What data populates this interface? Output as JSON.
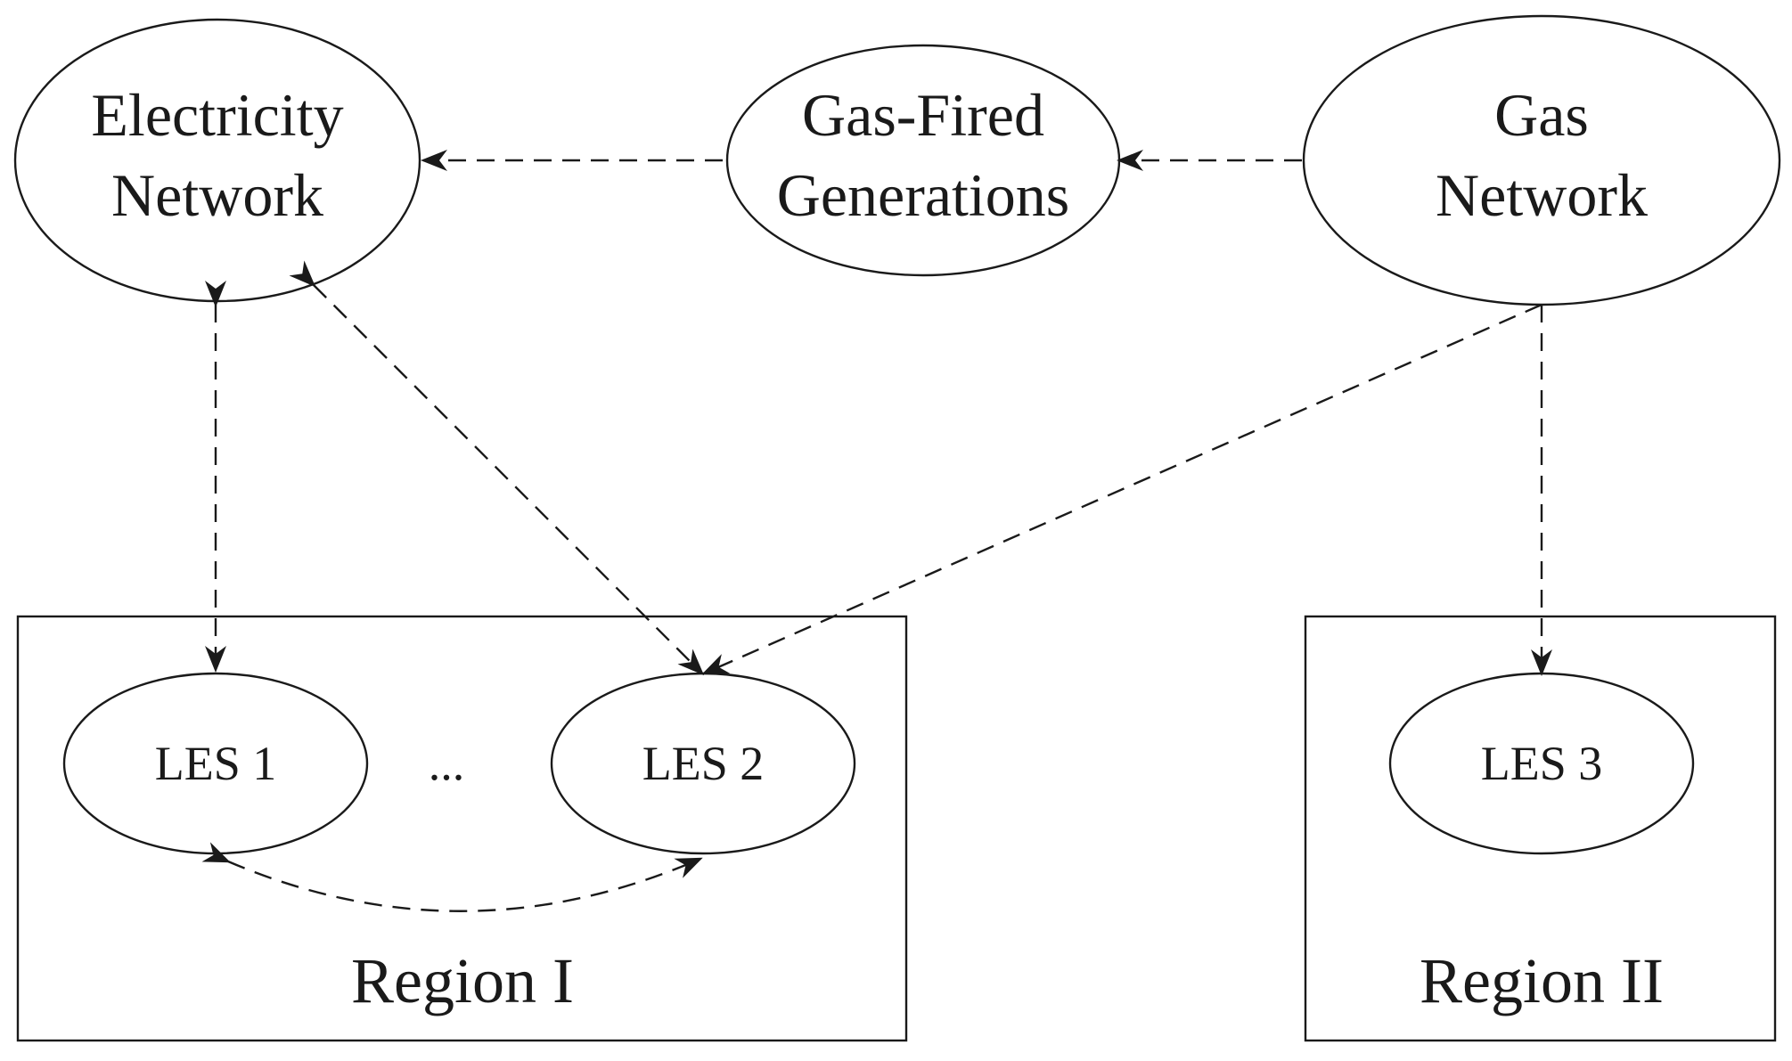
{
  "nodes": {
    "electricity": {
      "line1": "Electricity",
      "line2": "Network"
    },
    "gasfired": {
      "line1": "Gas-Fired",
      "line2": "Generations"
    },
    "gas": {
      "line1": "Gas",
      "line2": "Network"
    },
    "les1": {
      "label": "LES 1"
    },
    "les2": {
      "label": "LES 2"
    },
    "les3": {
      "label": "LES 3"
    },
    "ellipsis": {
      "label": "..."
    }
  },
  "regions": {
    "region1": {
      "label": "Region I"
    },
    "region2": {
      "label": "Region II"
    }
  },
  "colors": {
    "stroke": "#1a1a1a",
    "background": "#ffffff"
  }
}
